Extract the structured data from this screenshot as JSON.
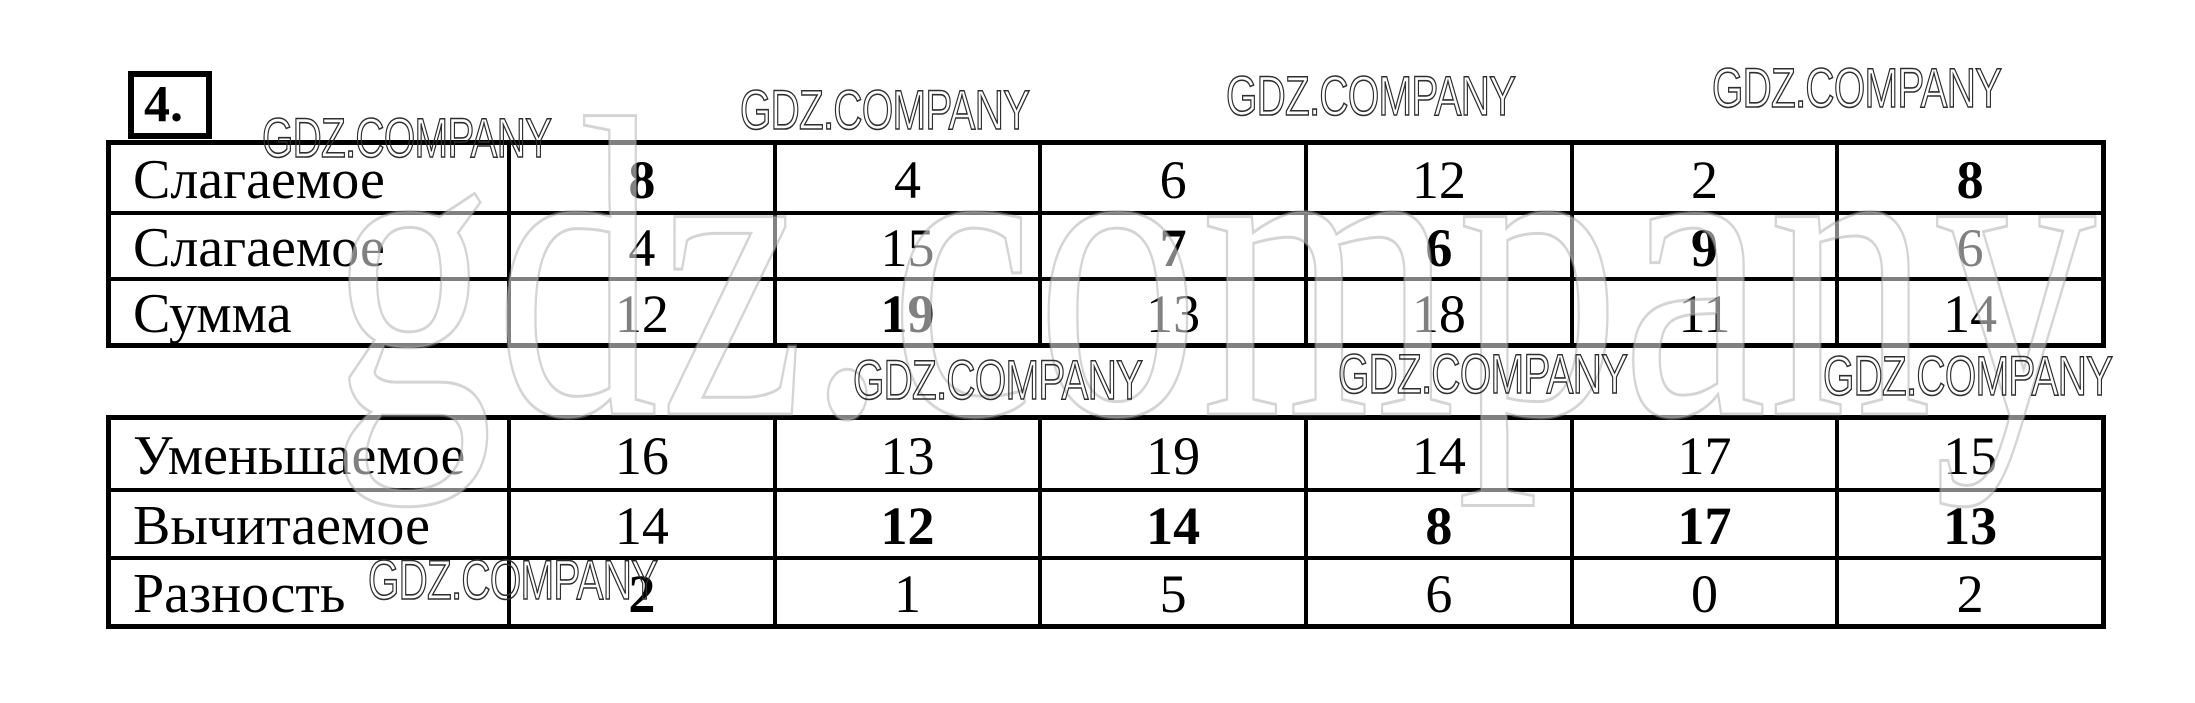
{
  "page": {
    "exercise_number": "4."
  },
  "watermark": {
    "text": "GDZ.COMPANY",
    "giant_text": "gdz.company",
    "color": "#2e2e2e"
  },
  "addition_table": {
    "rows": [
      {
        "label": "Слагаемое",
        "cells": [
          {
            "value": "8",
            "bold": true
          },
          {
            "value": "4",
            "bold": false
          },
          {
            "value": "6",
            "bold": false
          },
          {
            "value": "12",
            "bold": false
          },
          {
            "value": "2",
            "bold": false
          },
          {
            "value": "8",
            "bold": true
          }
        ]
      },
      {
        "label": "Слагаемое",
        "cells": [
          {
            "value": "4",
            "bold": false
          },
          {
            "value": "15",
            "bold": false
          },
          {
            "value": "7",
            "bold": true
          },
          {
            "value": "6",
            "bold": true
          },
          {
            "value": "9",
            "bold": true
          },
          {
            "value": "6",
            "bold": false
          }
        ]
      },
      {
        "label": "Сумма",
        "cells": [
          {
            "value": "12",
            "bold": false
          },
          {
            "value": "19",
            "bold": true
          },
          {
            "value": "13",
            "bold": false
          },
          {
            "value": "18",
            "bold": false
          },
          {
            "value": "11",
            "bold": false
          },
          {
            "value": "14",
            "bold": false
          }
        ]
      }
    ]
  },
  "subtraction_table": {
    "rows": [
      {
        "label": "Уменьшаемое",
        "cells": [
          {
            "value": "16",
            "bold": false
          },
          {
            "value": "13",
            "bold": false
          },
          {
            "value": "19",
            "bold": false
          },
          {
            "value": "14",
            "bold": false
          },
          {
            "value": "17",
            "bold": false
          },
          {
            "value": "15",
            "bold": false
          }
        ]
      },
      {
        "label": "Вычитаемое",
        "cells": [
          {
            "value": "14",
            "bold": false
          },
          {
            "value": "12",
            "bold": true
          },
          {
            "value": "14",
            "bold": true
          },
          {
            "value": "8",
            "bold": true
          },
          {
            "value": "17",
            "bold": true
          },
          {
            "value": "13",
            "bold": true
          }
        ]
      },
      {
        "label": "Разность",
        "cells": [
          {
            "value": "2",
            "bold": true
          },
          {
            "value": "1",
            "bold": false
          },
          {
            "value": "5",
            "bold": false
          },
          {
            "value": "6",
            "bold": false
          },
          {
            "value": "0",
            "bold": false
          },
          {
            "value": "2",
            "bold": false
          }
        ]
      }
    ]
  }
}
